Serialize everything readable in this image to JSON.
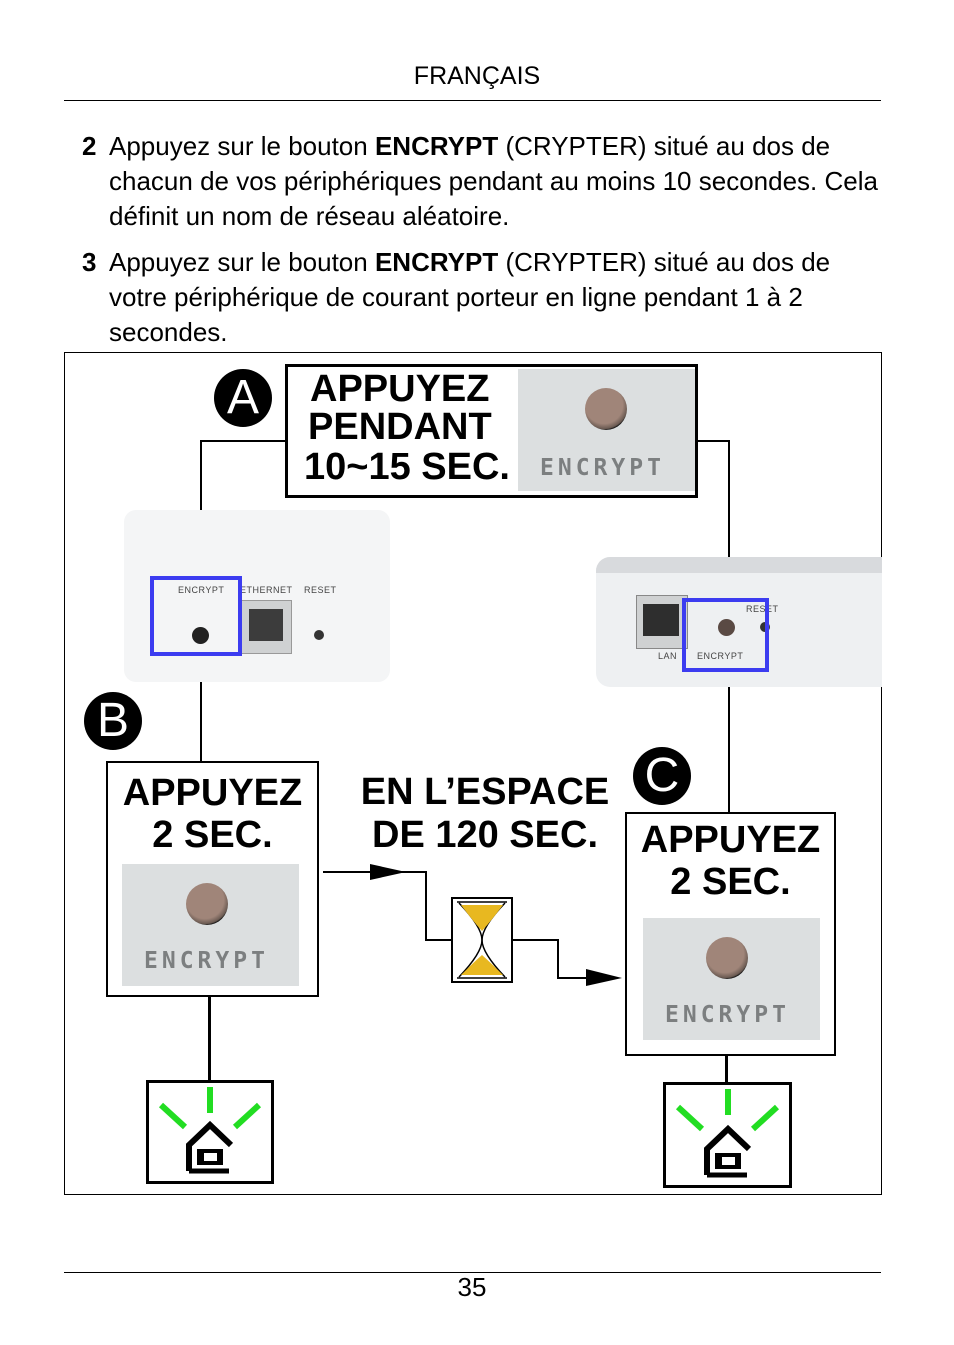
{
  "header": {
    "language": "FRANÇAIS"
  },
  "steps": [
    {
      "number": "2",
      "before": "Appuyez sur le bouton ",
      "bold": "ENCRYPT",
      "after": " (CRYPTER) situé au dos de chacun de vos périphériques pendant au moins 10 secondes. Cela définit un nom de réseau aléatoire."
    },
    {
      "number": "3",
      "before": "Appuyez sur le bouton ",
      "bold": "ENCRYPT",
      "after": " (CRYPTER) situé au dos de votre périphérique de courant porteur en ligne pendant 1 à 2 secondes."
    }
  ],
  "diagram": {
    "markers": {
      "a": "A",
      "b": "B",
      "c": "C"
    },
    "box_a": {
      "line1": "APPUYEZ",
      "line2": "PENDANT",
      "line3": "10~15 SEC."
    },
    "box_b": {
      "line1": "APPUYEZ",
      "line2": "2 SEC."
    },
    "box_c": {
      "line1": "APPUYEZ",
      "line2": "2 SEC."
    },
    "interval": {
      "line1": "EN L’ESPACE",
      "line2": "DE 120 SEC."
    },
    "button_label": "ENCRYPT",
    "device_left": {
      "port1": "ENCRYPT",
      "port2": "ETHERNET",
      "port3": "RESET"
    },
    "device_right": {
      "port1": "LAN",
      "port2": "ENCRYPT",
      "port3": "RESET"
    },
    "colors": {
      "highlight": "#3c3cf0",
      "led": "#22dd22",
      "hourglass": "#e8b820"
    }
  },
  "footer": {
    "page_number": "35"
  }
}
